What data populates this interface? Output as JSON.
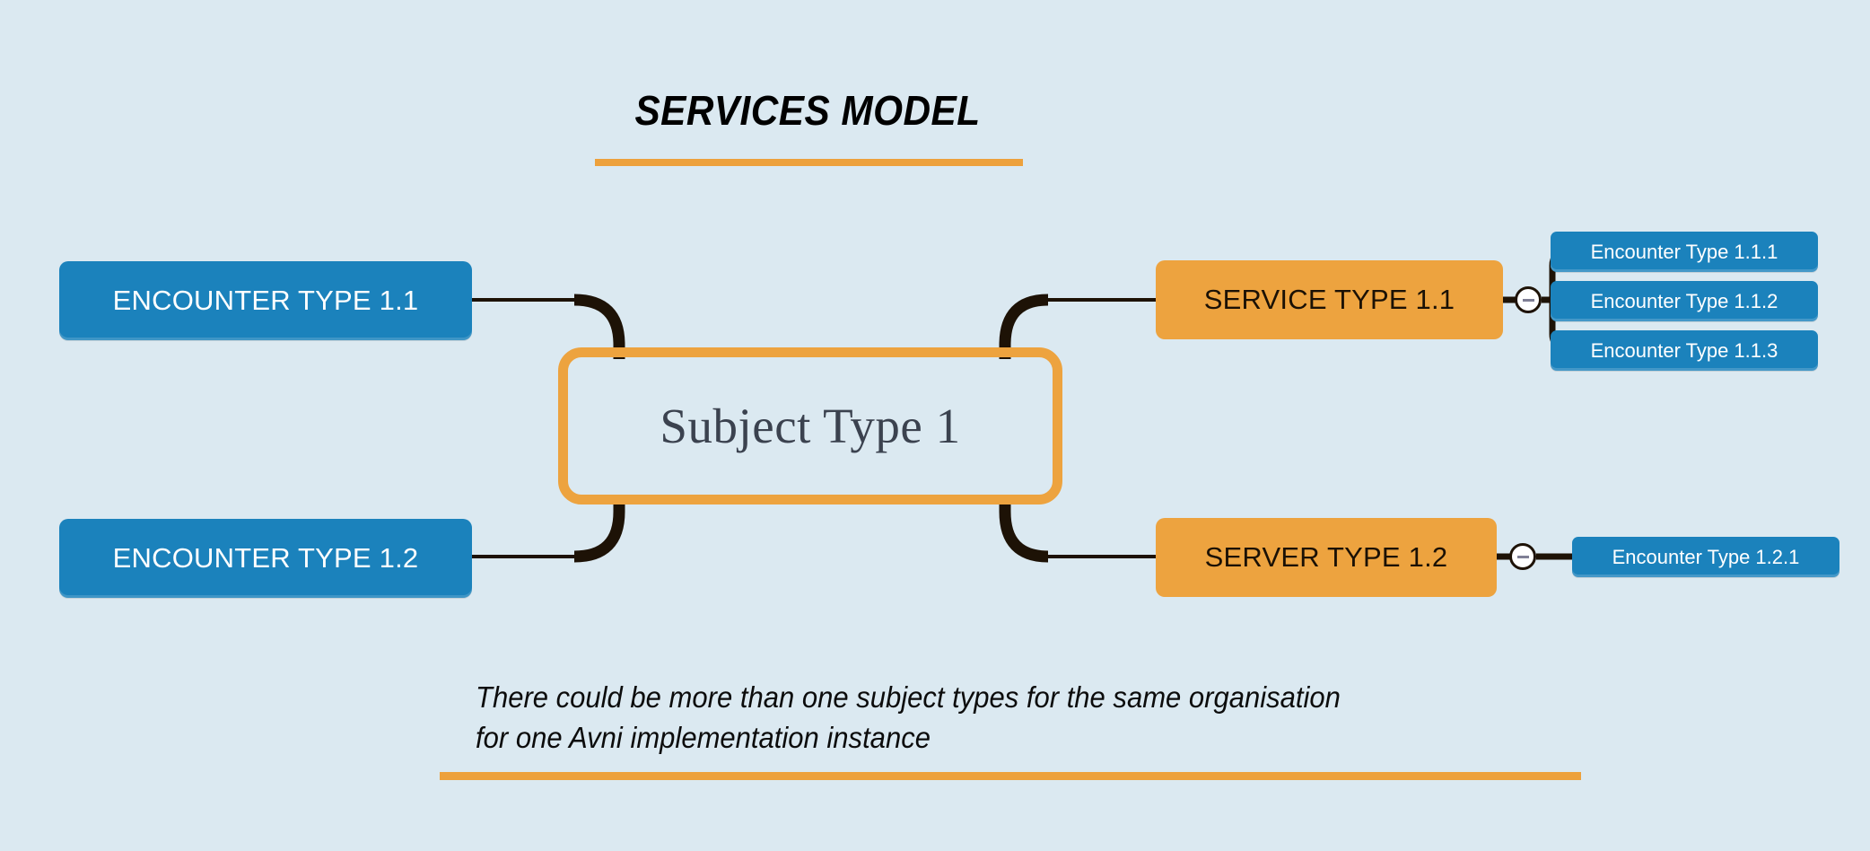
{
  "page": {
    "background_color": "#dbe9f1",
    "title": "SERVICES MODEL",
    "accent_color": "#eda33f",
    "blue_color": "#1b82bc",
    "edge_color": "#1d1206"
  },
  "center": {
    "label": "Subject Type 1"
  },
  "left_nodes": [
    {
      "label": "ENCOUNTER TYPE 1.1"
    },
    {
      "label": "ENCOUNTER TYPE 1.2"
    }
  ],
  "right_nodes": [
    {
      "label": "SERVICE TYPE 1.1"
    },
    {
      "label": "SERVER TYPE 1.2"
    }
  ],
  "service_1_1_children": [
    {
      "label": "Encounter Type 1.1.1"
    },
    {
      "label": "Encounter Type 1.1.2"
    },
    {
      "label": "Encounter Type 1.1.3"
    }
  ],
  "service_1_2_children": [
    {
      "label": "Encounter Type 1.2.1"
    }
  ],
  "caption": {
    "line1": "There could be more than one subject types for the same organisation",
    "line2": "for one Avni implementation instance"
  }
}
